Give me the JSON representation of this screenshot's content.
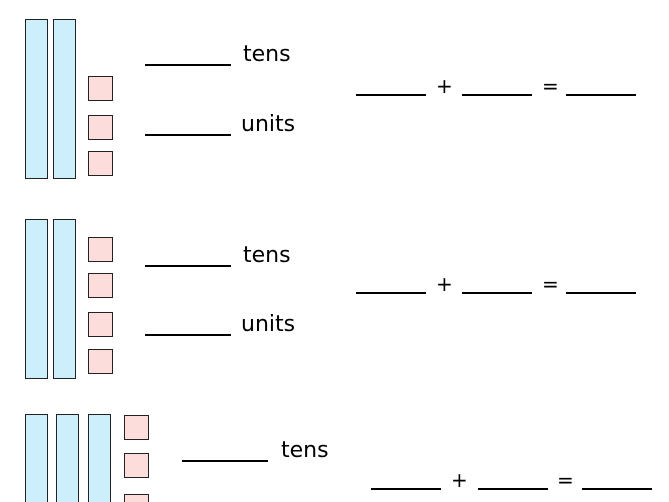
{
  "labels": {
    "tens": "tens",
    "units": "units"
  },
  "operators": {
    "plus": "+",
    "equals": "="
  },
  "colors": {
    "ten_rod": "#cdeffb",
    "unit_cube": "#fddcdc"
  },
  "problems": [
    {
      "tens_rods": 2,
      "unit_cubes": 3
    },
    {
      "tens_rods": 2,
      "unit_cubes": 4
    },
    {
      "tens_rods": 3,
      "unit_cubes": 3
    }
  ]
}
